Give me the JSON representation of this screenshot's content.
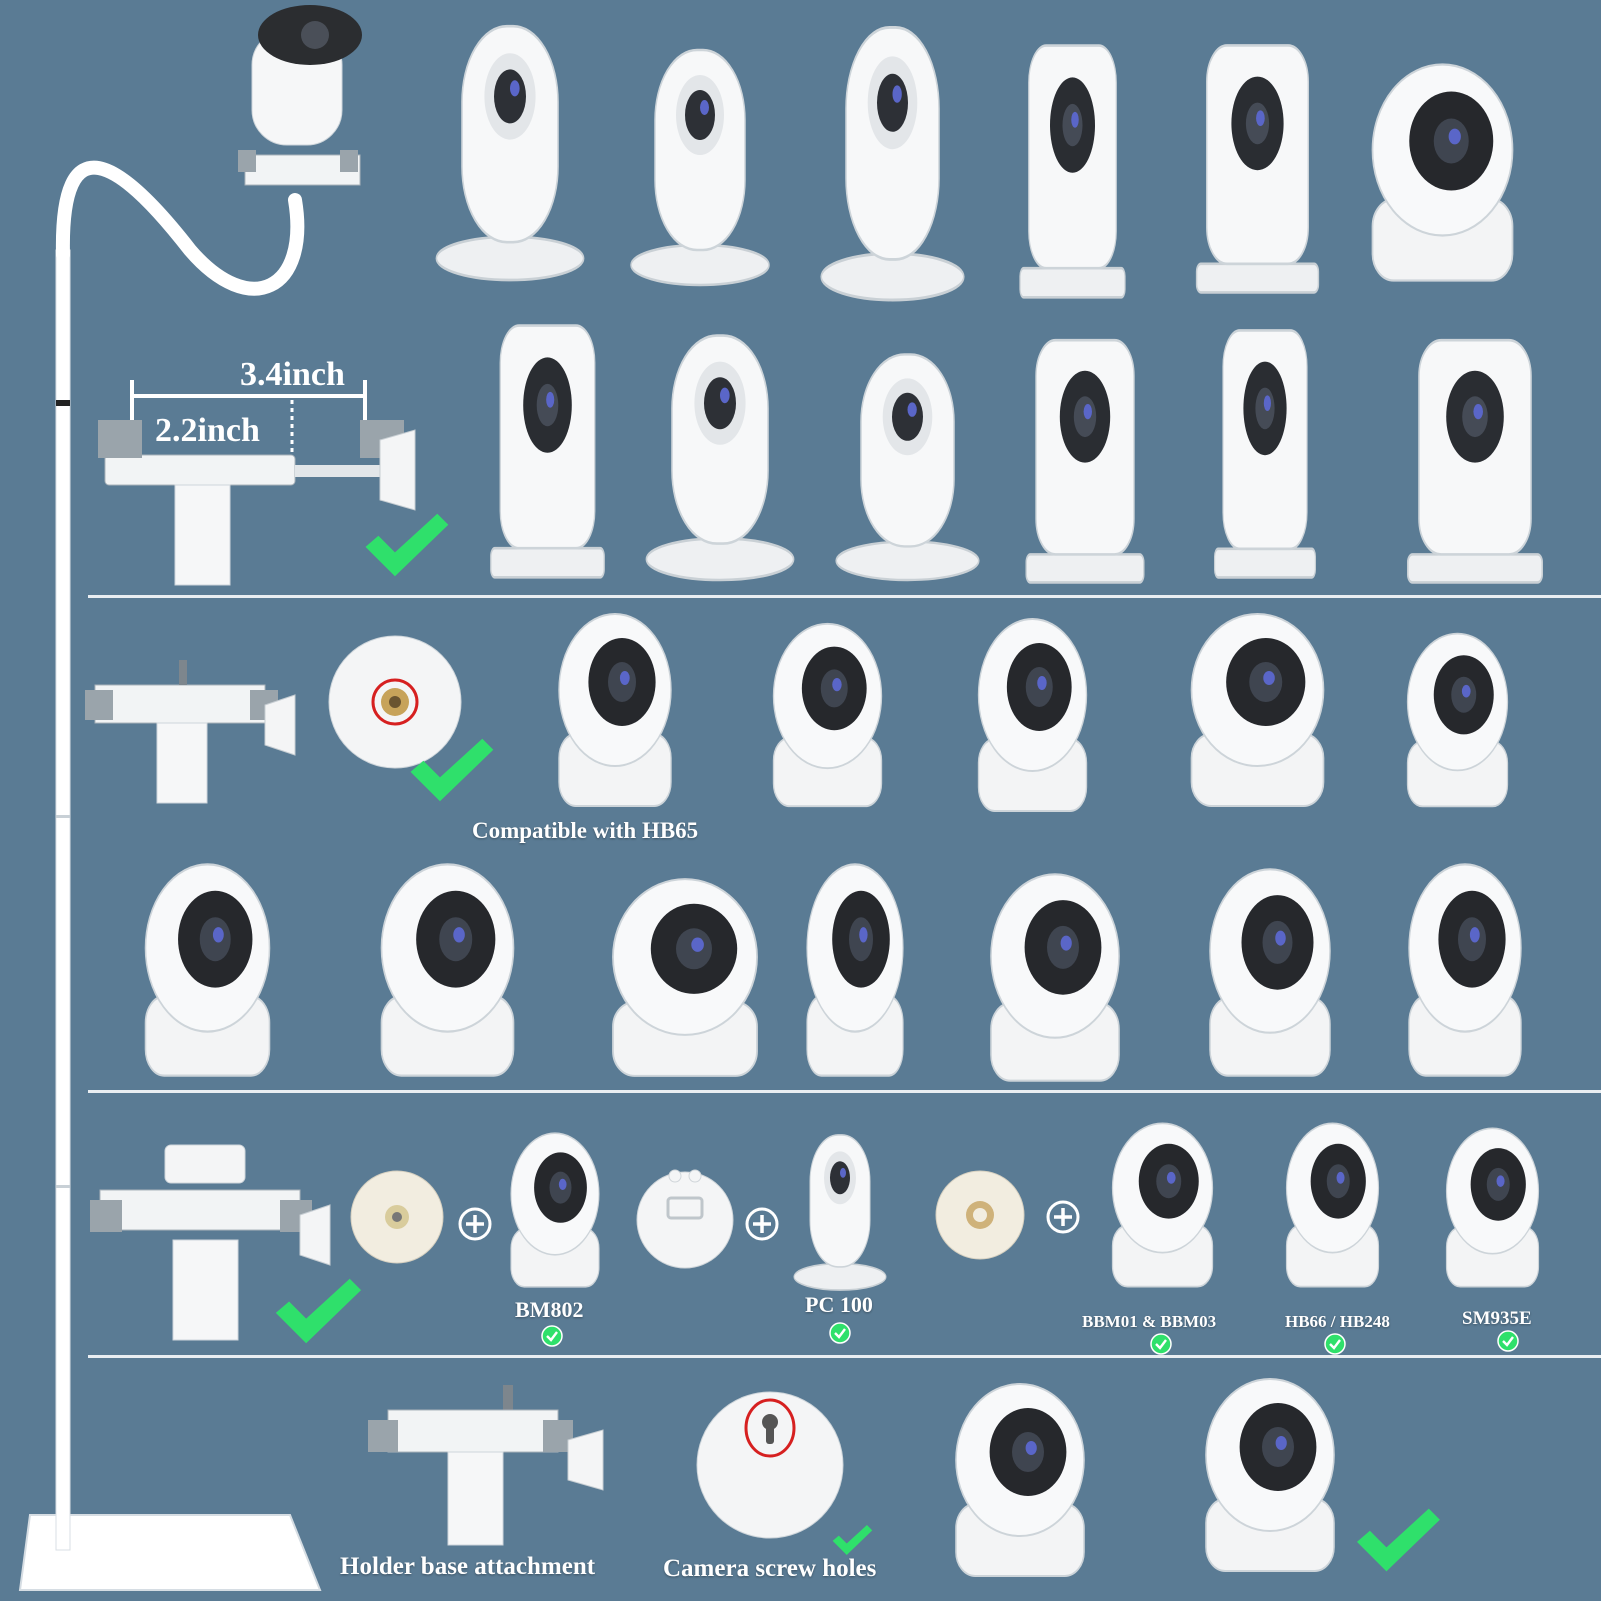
{
  "dimensions": {
    "outer": "3.4inch",
    "inner": "2.2inch"
  },
  "labels": {
    "hb65": "Compatible with HB65",
    "bm802": "BM802",
    "pc100": "PC 100",
    "bbm": "BBM01 & BBM03",
    "hb66": "HB66 / HB248",
    "sm935e": "SM935E",
    "holder_base": "Holder base attachment",
    "screw_holes": "Camera screw holes"
  },
  "colors": {
    "background": "#5a7b94",
    "check_green": "#2fe06b",
    "divider": "#e9eef2",
    "screw_ring": "#d62020"
  },
  "icons": {
    "check": "check-mark-icon",
    "plus": "plus-circle-icon",
    "mini_check": "check-circle-icon"
  }
}
